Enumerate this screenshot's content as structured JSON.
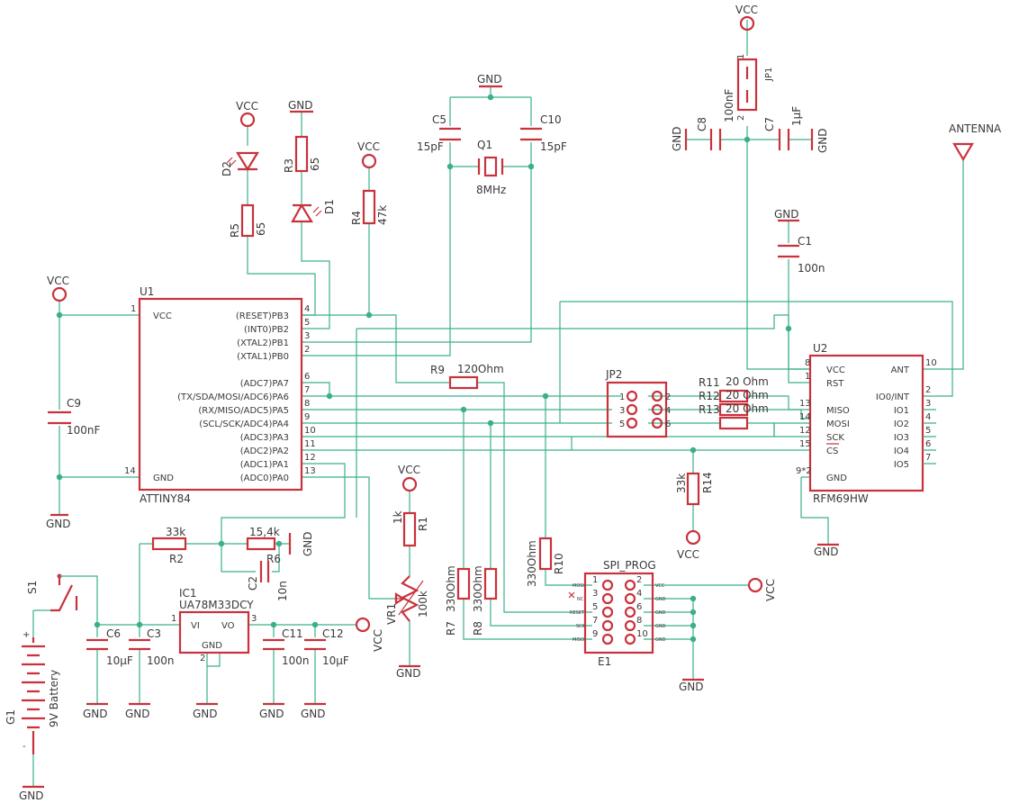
{
  "nets": {
    "vcc": "VCC",
    "gnd": "GND",
    "antenna": "ANTENNA"
  },
  "u1": {
    "name": "U1",
    "value": "ATTINY84",
    "pins_left": [
      "VCC",
      "GND"
    ],
    "pins_right": [
      "(RESET)PB3",
      "(INT0)PB2",
      "(XTAL2)PB1",
      "(XTAL1)PB0",
      "(ADC7)PA7",
      "(TX/SDA/MOSI/ADC6)PA6",
      "(RX/MISO/ADC5)PA5",
      "(SCL/SCK/ADC4)PA4",
      "(ADC3)PA3",
      "(ADC2)PA2",
      "(ADC1)PA1",
      "(ADC0)PA0"
    ],
    "pin_numbers_left": [
      "1",
      "14"
    ],
    "pin_numbers_right": [
      "4",
      "5",
      "3",
      "2",
      "6",
      "7",
      "8",
      "9",
      "10",
      "11",
      "12",
      "13"
    ]
  },
  "u2": {
    "name": "U2",
    "value": "RFM69HW",
    "pins_left": [
      "VCC",
      "RST",
      "MISO",
      "MOSI",
      "SCK",
      "CS",
      "GND"
    ],
    "pin_numbers_left": [
      "8",
      "1",
      "13",
      "14",
      "12",
      "15",
      "9*2"
    ],
    "pins_right": [
      "ANT",
      "IO0/INT",
      "IO1",
      "IO2",
      "IO3",
      "IO4",
      "IO5"
    ],
    "pin_numbers_right": [
      "10",
      "2",
      "3",
      "4",
      "5",
      "6",
      "7"
    ]
  },
  "jp1": {
    "name": "JP1",
    "pins": [
      "1",
      "2"
    ]
  },
  "jp2": {
    "name": "JP2",
    "pins": [
      "1",
      "2",
      "3",
      "4",
      "5",
      "6"
    ]
  },
  "e1": {
    "name": "E1",
    "title": "SPI_PROG",
    "pins": [
      "1",
      "2",
      "3",
      "4",
      "5",
      "6",
      "7",
      "8",
      "9",
      "10"
    ],
    "tiny_labels": [
      "MOSI",
      "NC",
      "RESET",
      "SCK",
      "MISO",
      "VCC",
      "GND",
      "GND",
      "GND",
      "GND"
    ]
  },
  "q1": {
    "name": "Q1",
    "value": "8MHz"
  },
  "ic1": {
    "name": "IC1",
    "value": "UA78M33DCY",
    "vi": "VI",
    "vo": "VO",
    "gnd": "GND",
    "pins": [
      "1",
      "3",
      "2"
    ]
  },
  "g1": {
    "name": "G1",
    "value": "9V Battery"
  },
  "s1": {
    "name": "S1"
  },
  "vr1": {
    "name": "VR1",
    "value": "100k"
  },
  "resistors": {
    "r1": {
      "name": "R1",
      "value": "1k"
    },
    "r2": {
      "name": "R2",
      "value": "33k"
    },
    "r3": {
      "name": "R3",
      "value": "65"
    },
    "r4": {
      "name": "R4",
      "value": "47k"
    },
    "r5": {
      "name": "R5",
      "value": "65"
    },
    "r6": {
      "name": "R6",
      "value": "15,4k"
    },
    "r7": {
      "name": "R7",
      "value": "330Ohm"
    },
    "r8": {
      "name": "R8",
      "value": "330Ohm"
    },
    "r9": {
      "name": "R9",
      "value": "120Ohm"
    },
    "r10": {
      "name": "R10",
      "value": "330Ohm"
    },
    "r11": {
      "name": "R11",
      "value": "20 Ohm"
    },
    "r12": {
      "name": "R12",
      "value": "20 Ohm"
    },
    "r13": {
      "name": "R13",
      "value": "20 Ohm"
    },
    "r14": {
      "name": "R14",
      "value": "33k"
    }
  },
  "capacitors": {
    "c1": {
      "name": "C1",
      "value": "100n"
    },
    "c2": {
      "name": "C2",
      "value": "10n"
    },
    "c3": {
      "name": "C3",
      "value": "100n"
    },
    "c5": {
      "name": "C5",
      "value": "15pF"
    },
    "c6": {
      "name": "C6",
      "value": "10µF"
    },
    "c7": {
      "name": "C7",
      "value": "1µF"
    },
    "c8": {
      "name": "C8",
      "value": "100nF"
    },
    "c9": {
      "name": "C9",
      "value": "100nF"
    },
    "c10": {
      "name": "C10",
      "value": "15pF"
    },
    "c11": {
      "name": "C11",
      "value": "100n"
    },
    "c12": {
      "name": "C12",
      "value": "10µF"
    }
  },
  "leds": {
    "d1": {
      "name": "D1"
    },
    "d2": {
      "name": "D2"
    }
  },
  "colors": {
    "wire": "#3ab08a",
    "part": "#c8323c",
    "text": "#3a3a3a",
    "background": "#ffffff"
  }
}
